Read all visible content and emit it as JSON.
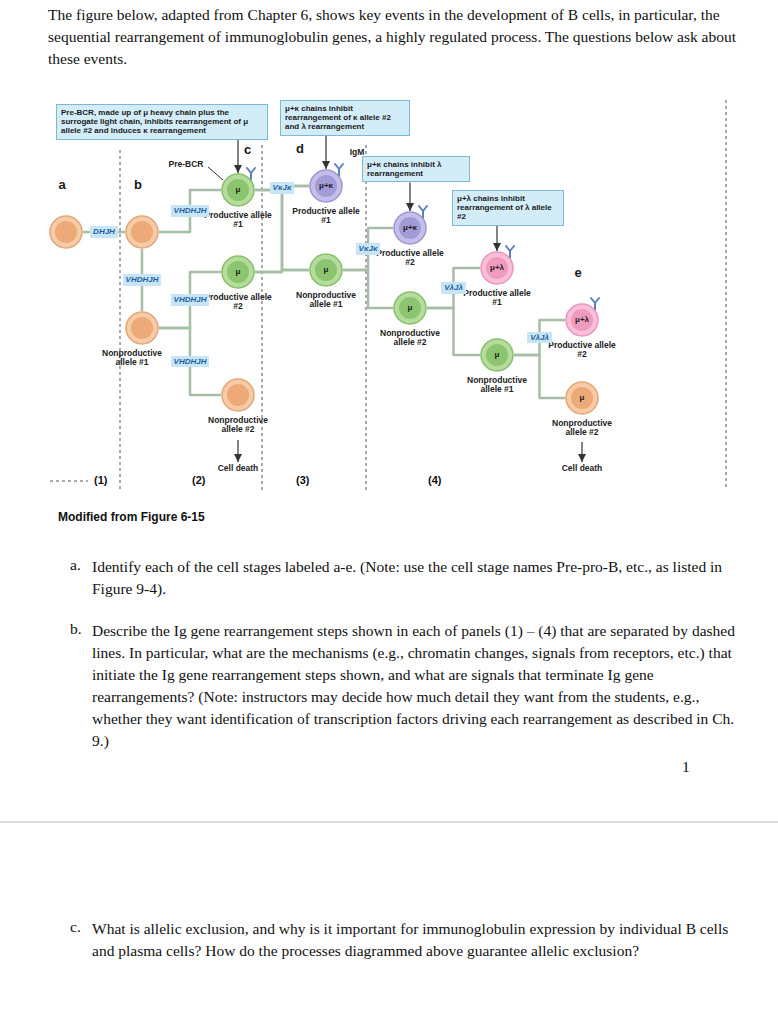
{
  "diagram": {
    "caption": "Modified from Figure 6-15",
    "nodes": [
      {
        "text": [
          "Pre-BCR, made up of μ heavy chain plus the surrogate light chain, inhibits rearrangement of μ allele #2 and induces κ rearrangement"
        ]
      },
      {
        "text": [
          "μ+κ chains inhibit rearrangement of κ allele #2 and λ rearrangement"
        ]
      },
      {
        "text": [
          "μ+κ chains inhibit λ rearrangement"
        ]
      },
      {
        "text": [
          "μ+λ chains inhibit rearrangement of λ allele #2"
        ]
      },
      {
        "text": [
          "a"
        ]
      },
      {
        "text": [
          "b"
        ]
      },
      {
        "text": [
          "μ",
          "Productive allele #1"
        ]
      },
      {
        "text": [
          "μ",
          "Productive allele #2"
        ]
      },
      {
        "text": [
          "Nonproductive allele #1"
        ]
      },
      {
        "text": [
          "Nonproductive allele #2"
        ]
      },
      {
        "text": [
          "d",
          "μ+κ",
          "Productive allele #1"
        ]
      },
      {
        "text": [
          "μ",
          "Nonproductive allele #1"
        ]
      },
      {
        "text": [
          "μ+κ",
          "Productive allele #2"
        ]
      },
      {
        "text": [
          "μ",
          "Nonproductive allele #2"
        ]
      },
      {
        "text": [
          "μ+λ",
          "Productive allele #1"
        ]
      },
      {
        "text": [
          "μ",
          "Nonproductive allele #1"
        ]
      },
      {
        "text": [
          "e",
          "μ+λ",
          "Productive allele #2"
        ]
      },
      {
        "text": [
          "μ",
          "Nonproductive allele #2"
        ]
      }
    ],
    "edges": [
      {
        "from": 4,
        "to": 5,
        "label": "DHJH",
        "arrow": "none"
      },
      {
        "from": 5,
        "to": 6,
        "label": "VHDHJH",
        "arrow": "none"
      },
      {
        "from": 5,
        "to": 8,
        "label": "VHDHJH",
        "arrow": "none"
      },
      {
        "from": 8,
        "to": 7,
        "label": "VHDHJH",
        "arrow": "none"
      },
      {
        "from": 8,
        "to": 9,
        "label": "VHDHJH",
        "arrow": "none"
      },
      {
        "from": 6,
        "to": 10,
        "label": "VκJκ",
        "arrow": "none"
      },
      {
        "from": 6,
        "to": 11,
        "arrow": "none"
      },
      {
        "from": 7,
        "to": 10,
        "arrow": "none"
      },
      {
        "from": 7,
        "to": 11,
        "arrow": "none"
      },
      {
        "from": 11,
        "to": 12,
        "label": "VκJκ",
        "arrow": "none"
      },
      {
        "from": 11,
        "to": 13,
        "arrow": "none"
      },
      {
        "from": 13,
        "to": 14,
        "label": "VλJλ",
        "arrow": "none"
      },
      {
        "from": 13,
        "to": 15,
        "arrow": "none"
      },
      {
        "from": 15,
        "to": 16,
        "label": "VλJλ",
        "arrow": "none"
      },
      {
        "from": 15,
        "to": 17,
        "arrow": "none"
      },
      {
        "from": 0,
        "to": 6,
        "arrow": "to"
      },
      {
        "from": 1,
        "to": 10,
        "arrow": "to"
      },
      {
        "from": 2,
        "to": 12,
        "arrow": "to"
      },
      {
        "from": 3,
        "to": 14,
        "arrow": "to"
      }
    ],
    "labels": [
      "The figure below, adapted from Chapter 6, shows key events in the development of B cells, in particular, the sequential rearrangement of immunoglobulin genes, a highly regulated process. The questions below ask about these events.",
      "Pre-BCR",
      "c",
      "IgM",
      "(1)",
      "(2)",
      "Cell death",
      "(3)",
      "(4)",
      "Cell death",
      "a.",
      "Identify each of the cell stages labeled a-e. (Note: use the cell stage names Pre-pro-B, etc., as listed in Figure 9-4).",
      "b.",
      "Describe the Ig gene rearrangement steps shown in each of panels (1) – (4) that are separated by dashed lines. In particular, what are the mechanisms (e.g., chromatin changes, signals from receptors, etc.) that initiate the Ig gene rearrangement steps shown, and what are signals that terminate Ig gene rearrangements? (Note: instructors may decide how much detail they want from the students, e.g., whether they want identification of transcription factors driving each rearrangement as described in Ch. 9.)",
      "1",
      "c.",
      "What is allelic exclusion, and why is it important for immunoglobulin expression by individual B cells and plasma cells? How do the processes diagrammed above guarantee allelic exclusion?"
    ]
  }
}
